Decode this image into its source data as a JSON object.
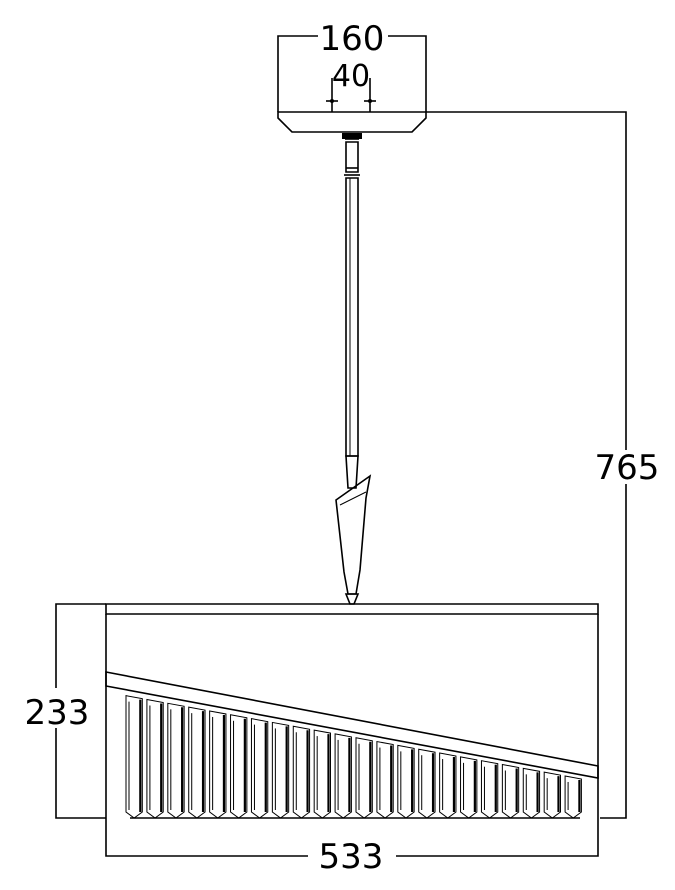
{
  "dimensions": {
    "canopy_width": "160",
    "mount_spacing": "40",
    "overall_height": "765",
    "shade_height": "233",
    "shade_width": "533"
  }
}
